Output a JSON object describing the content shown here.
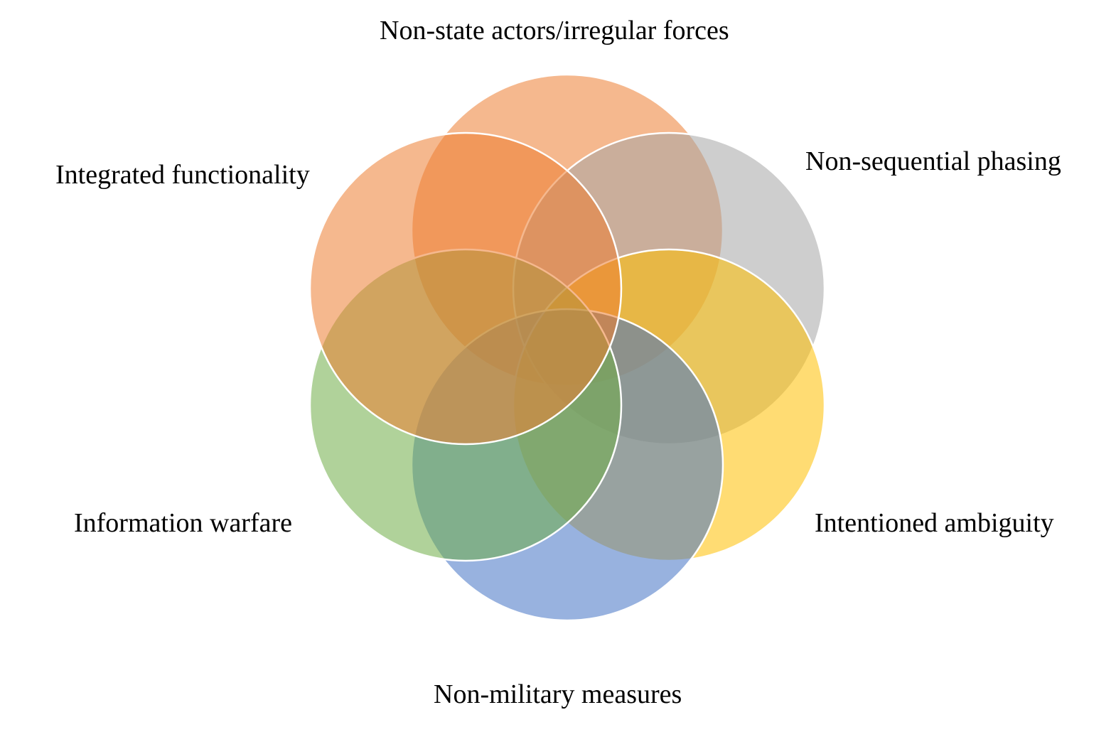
{
  "diagram": {
    "type": "venn",
    "circles": [
      {
        "name": "Non-state actors/irregular forces",
        "color": "#ED7D31"
      },
      {
        "name": "Non-sequential phasing",
        "color": "#A5A5A5"
      },
      {
        "name": "Intentioned ambiguity",
        "color": "#FFC000"
      },
      {
        "name": "Non-military measures",
        "color": "#4472C4"
      },
      {
        "name": "Information warfare",
        "color": "#70AD47"
      },
      {
        "name": "Integrated functionality",
        "color": "#ED7D31"
      }
    ],
    "outline_color": "#FFFFFF"
  }
}
